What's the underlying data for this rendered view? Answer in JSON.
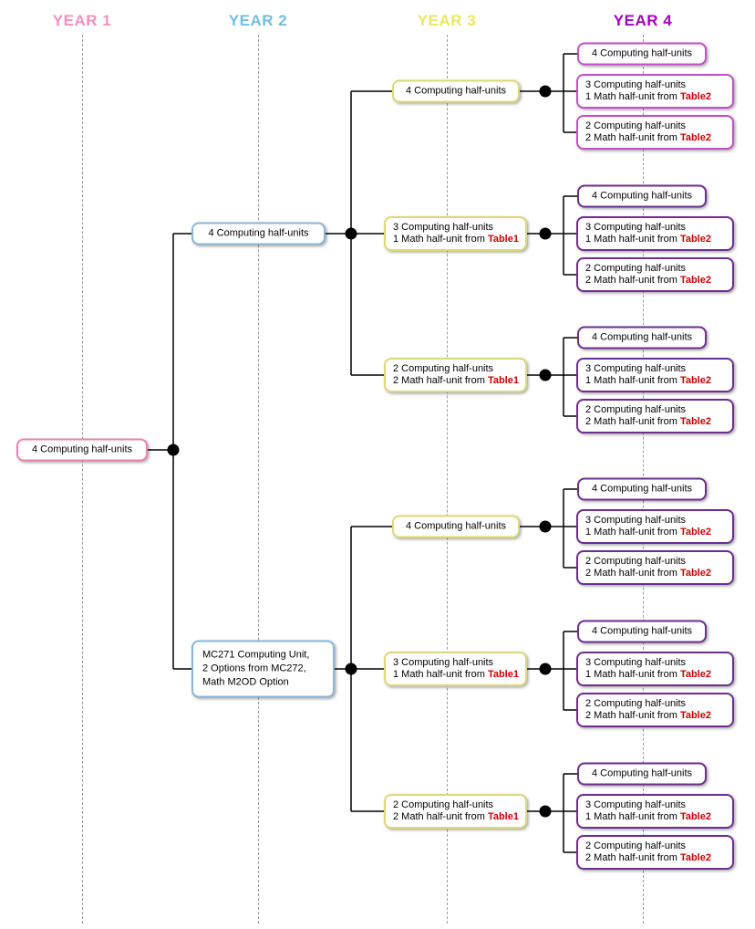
{
  "headers": [
    {
      "label": "YEAR 1",
      "color": "#f48fc0"
    },
    {
      "label": "YEAR 2",
      "color": "#74bde4"
    },
    {
      "label": "YEAR 3",
      "color": "#ece75f"
    },
    {
      "label": "YEAR 4",
      "color": "#a303bd"
    }
  ],
  "colors": {
    "year1_box_border": "#ef7fb2",
    "year2_box_border": "#8ab5d6",
    "year3_box_border": "#ddd878",
    "year4_group1_box_border": "#c44ec8",
    "year4_box_border": "#6e2d90",
    "table_ref_text": "#cc0000",
    "connector": "#000000",
    "guide_line": "#9b9b9b"
  },
  "boxes": {
    "year1": {
      "lines": [
        {
          "t": "4 Computing half-units"
        }
      ]
    },
    "year2_top": {
      "lines": [
        {
          "t": "4 Computing half-units"
        }
      ]
    },
    "year2_bottom": {
      "lines": [
        {
          "t": "MC271 Computing Unit,"
        },
        {
          "t": "2 Options from MC272,"
        },
        {
          "t": "Math M2OD Option"
        }
      ]
    },
    "year3": [
      {
        "lines": [
          {
            "t": "4 Computing half-units"
          }
        ]
      },
      {
        "lines": [
          {
            "t": "3 Computing half-units"
          },
          {
            "t": "1 Math half-unit from ",
            "ref": "Table1"
          }
        ]
      },
      {
        "lines": [
          {
            "t": "2 Computing half-units"
          },
          {
            "t": "2 Math half-unit from ",
            "ref": "Table1"
          }
        ]
      }
    ],
    "year4": [
      {
        "lines": [
          {
            "t": "4 Computing half-units"
          }
        ]
      },
      {
        "lines": [
          {
            "t": "3 Computing half-units"
          },
          {
            "t": "1 Math half-unit from ",
            "ref": "Table2"
          }
        ]
      },
      {
        "lines": [
          {
            "t": "2 Computing half-units"
          },
          {
            "t": "2 Math half-unit from ",
            "ref": "Table2"
          }
        ]
      }
    ]
  }
}
